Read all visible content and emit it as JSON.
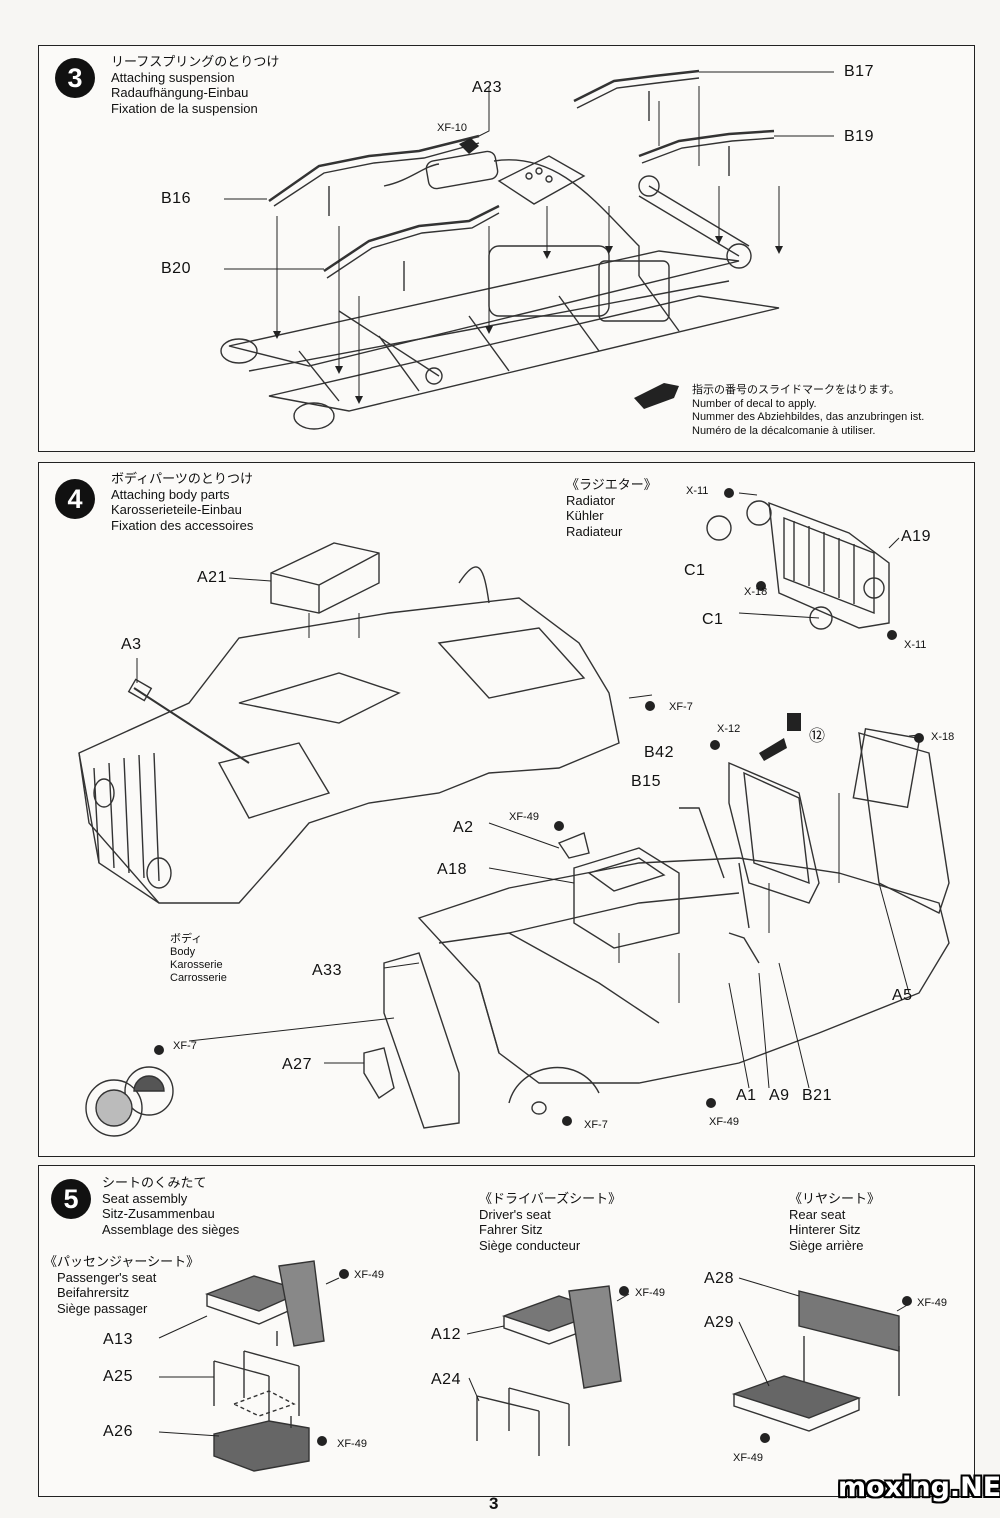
{
  "step3": {
    "number": "3",
    "title": [
      "リーフスプリングのとりつけ",
      "Attaching suspension",
      "Radaufhängung-Einbau",
      "Fixation de la suspension"
    ],
    "parts": {
      "a23": "A23",
      "xf10": "XF-10",
      "b16": "B16",
      "b20": "B20",
      "b17": "B17",
      "b19": "B19"
    },
    "decal_note": [
      "指示の番号のスライドマークをはります。",
      "Number of decal to apply.",
      "Nummer des Abziehbildes, das anzubringen ist.",
      "Numéro de la décalcomanie à utiliser."
    ]
  },
  "step4": {
    "number": "4",
    "title": [
      "ボディパーツのとりつけ",
      "Attaching body parts",
      "Karosserieteile-Einbau",
      "Fixation des accessoires"
    ],
    "radiator": [
      "《ラジエター》",
      "Radiator",
      "Kühler",
      "Radiateur"
    ],
    "body": [
      "ボディ",
      "Body",
      "Karosserie",
      "Carrosserie"
    ],
    "parts": {
      "x11a": "X-11",
      "a19": "A19",
      "c1a": "C1",
      "x18a": "X-18",
      "c1b": "C1",
      "x11b": "X-11",
      "a21": "A21",
      "a3": "A3",
      "xf7a": "XF-7",
      "x12": "X-12",
      "decal12": "⑫",
      "b42": "B42",
      "b15": "B15",
      "x18b": "X-18",
      "xf49": "XF-49",
      "a2": "A2",
      "a18": "A18",
      "a33": "A33",
      "a5": "A5",
      "xf7b": "XF-7",
      "a27": "A27",
      "a1": "A1",
      "a9": "A9",
      "b21": "B21",
      "xf49b": "XF-49",
      "xf7c": "XF-7"
    }
  },
  "step5": {
    "number": "5",
    "title": [
      "シートのくみたて",
      "Seat assembly",
      "Sitz-Zusammenbau",
      "Assemblage des sièges"
    ],
    "driver": [
      "《ドライバーズシート》",
      "Driver's seat",
      "Fahrer Sitz",
      "Siège conducteur"
    ],
    "rear": [
      "《リヤシート》",
      "Rear seat",
      "Hinterer Sitz",
      "Siège arrière"
    ],
    "passenger": [
      "《パッセンジャーシート》",
      "Passenger's seat",
      "Beifahrersitz",
      "Siège passager"
    ],
    "parts": {
      "xf49a": "XF-49",
      "a13": "A13",
      "a25": "A25",
      "a26": "A26",
      "xf49b": "XF-49",
      "a12": "A12",
      "a24": "A24",
      "xf49c": "XF-49",
      "a28": "A28",
      "a29": "A29",
      "xf49d": "XF-49",
      "xf49e": "XF-49"
    }
  },
  "page_number": "3",
  "watermark": "moxing.NET"
}
